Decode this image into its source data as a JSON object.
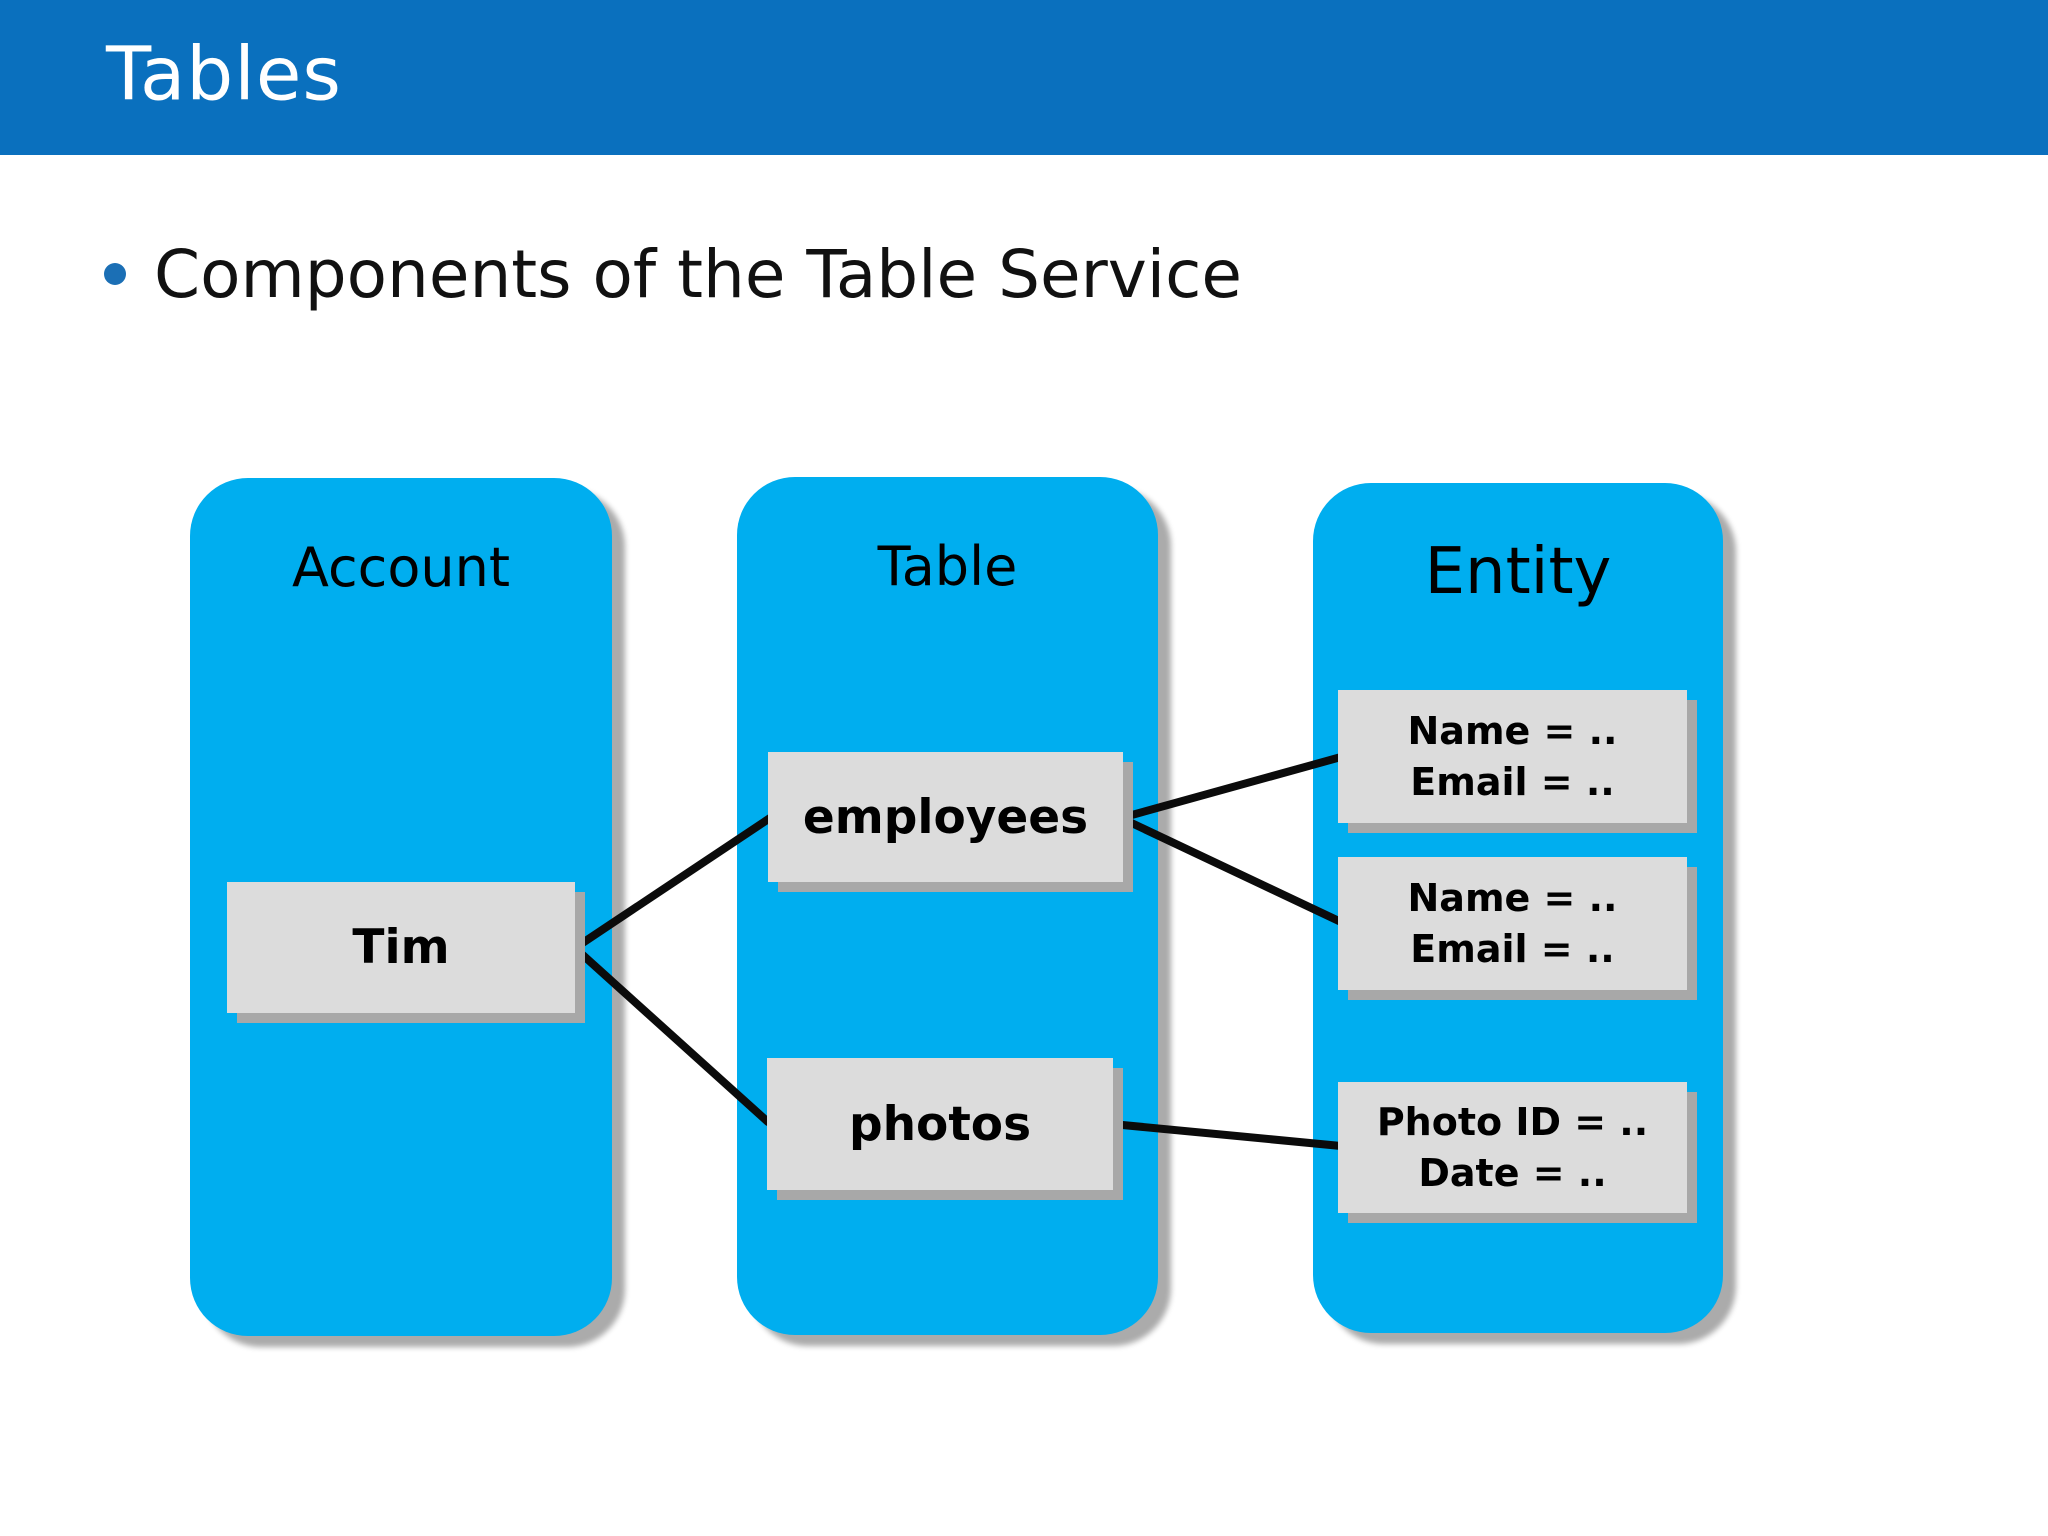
{
  "slide": {
    "title": "Tables",
    "bullet": "Components of the Table Service"
  },
  "diagram": {
    "account": {
      "label": "Account",
      "nodes": {
        "tim": "Tim"
      }
    },
    "table": {
      "label": "Table",
      "nodes": {
        "employees": "employees",
        "photos": "photos"
      }
    },
    "entity": {
      "label": "Entity",
      "nodes": {
        "record1": {
          "line1": "Name = ..",
          "line2": "Email = .."
        },
        "record2": {
          "line1": "Name = ..",
          "line2": "Email = .."
        },
        "record3": {
          "line1": "Photo ID = ..",
          "line2": "Date = .."
        }
      }
    },
    "connections": [
      "Tim -> employees",
      "Tim -> photos",
      "employees -> record1",
      "employees -> record2",
      "photos -> record3"
    ]
  },
  "colors": {
    "header_blue": "#0a70be",
    "panel_cyan": "#00aeef",
    "node_gray": "#dcdcdc",
    "shadow_gray": "#a8a8a8",
    "bullet_blue": "#1b6fb5",
    "connector_black": "#0b0b0b",
    "background_white": "#ffffff",
    "title_white": "#ffffff",
    "text_black": "#111111"
  }
}
